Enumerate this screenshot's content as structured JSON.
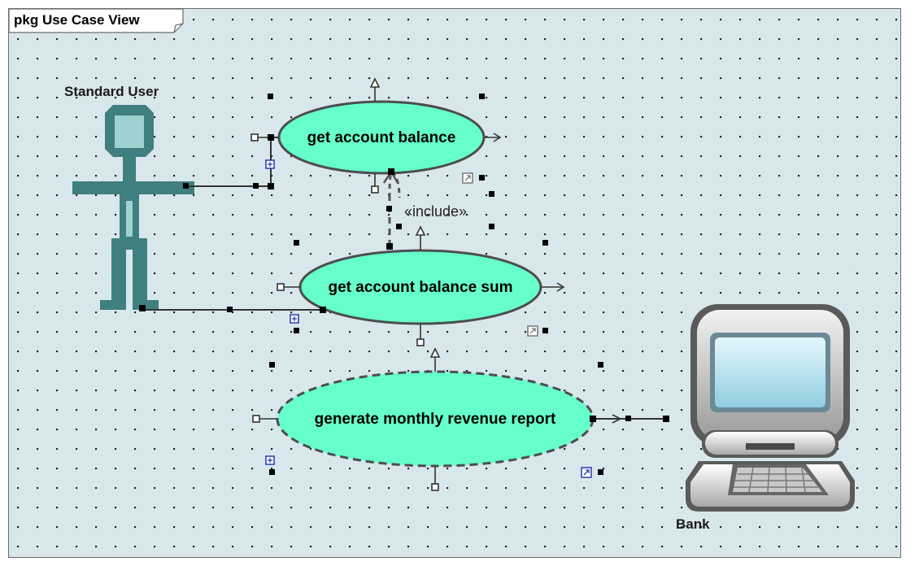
{
  "package": {
    "title": "pkg Use Case View"
  },
  "actors": [
    {
      "label": "Standard User",
      "icon": "stick-figure-actor-icon"
    },
    {
      "label": "Bank",
      "icon": "computer-actor-icon"
    }
  ],
  "use_cases": [
    {
      "label": "get account balance",
      "style": "solid"
    },
    {
      "label": "get account balance sum",
      "style": "solid"
    },
    {
      "label": "generate monthly revenue report",
      "style": "dashed"
    }
  ],
  "relations": {
    "include_label": "«include»"
  },
  "colors": {
    "canvas": "#d8e7ec",
    "use_case_fill": "#66ffcc",
    "use_case_stroke": "#4d4d4d",
    "actor_fill": "#3f7f7f",
    "actor_head": "#9fd1d1",
    "handle": "#000000"
  }
}
